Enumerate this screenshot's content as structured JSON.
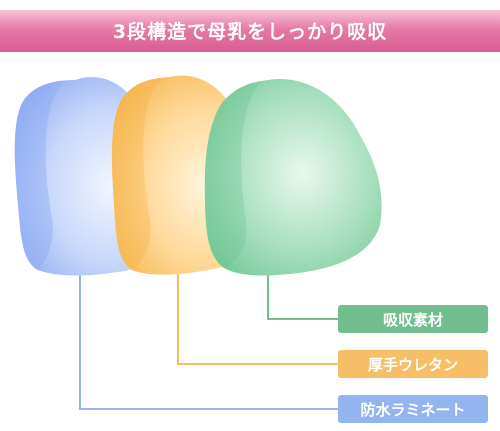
{
  "header": {
    "title": "3段構造で母乳をしっかり吸収",
    "color_top": "#f7c3d8",
    "color_mid": "#e67aa6",
    "color_bottom": "#d85c92"
  },
  "layers": [
    {
      "label": "吸収素材",
      "color": "#71bf8e",
      "shape_light": "#e9f8ee",
      "shape_mid": "#a8dfbf",
      "shape_dark": "#6cc490"
    },
    {
      "label": "厚手ウレタン",
      "color": "#f6bf67",
      "shape_light": "#fff4dc",
      "shape_mid": "#ffd99a",
      "shape_dark": "#f4b54c"
    },
    {
      "label": "防水ラミネート",
      "color": "#94b4f0",
      "shape_light": "#f1f5ff",
      "shape_mid": "#c8d8fb",
      "shape_dark": "#8eabf2"
    }
  ]
}
